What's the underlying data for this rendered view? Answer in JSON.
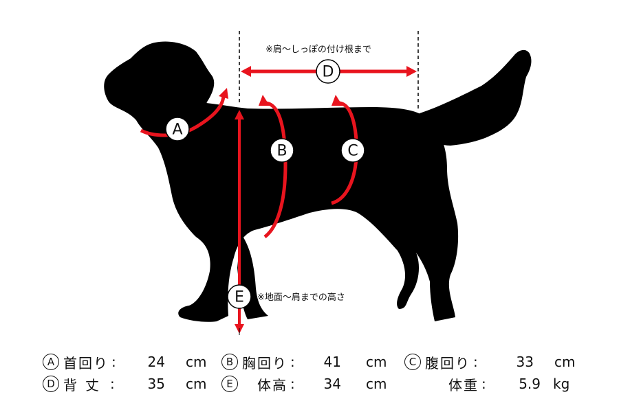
{
  "markers": {
    "a": "A",
    "b": "B",
    "c": "C",
    "d": "D",
    "e": "E"
  },
  "notes": {
    "back_length": "※肩～しっぽの付け根まで",
    "height": "※地面～肩までの高さ"
  },
  "measurements": [
    {
      "marker": "A",
      "name": "首回り",
      "sep": ":",
      "value": "24",
      "unit": "cm"
    },
    {
      "marker": "B",
      "name": "胸回り",
      "sep": ":",
      "value": "41",
      "unit": "cm"
    },
    {
      "marker": "C",
      "name": "腹回り",
      "sep": ":",
      "value": "33",
      "unit": "cm"
    },
    {
      "marker": "D",
      "name": "背丈",
      "sep": ":",
      "value": "35",
      "unit": "cm"
    },
    {
      "marker": "E",
      "name": "体高",
      "sep": ":",
      "value": "34",
      "unit": "cm"
    },
    {
      "marker": "",
      "name": "体重",
      "sep": ":",
      "value": "5.9",
      "unit": "kg"
    }
  ],
  "colors": {
    "silhouette": "#000000",
    "arrow": "#e8141e",
    "marker_fill": "#ffffff",
    "text": "#111111"
  }
}
